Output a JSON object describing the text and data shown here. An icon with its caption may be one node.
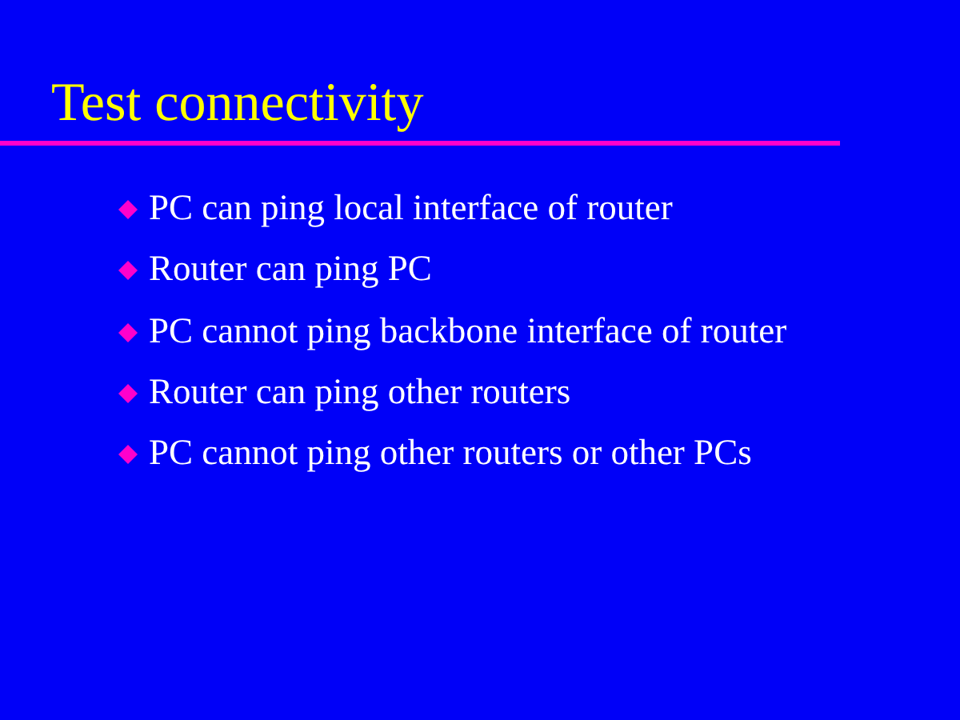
{
  "diagram": {
    "title": "Test connectivity",
    "labels": [
      "PC can ping local interface of router",
      "Router can ping PC",
      "PC cannot ping backbone interface of router",
      "Router can ping other routers",
      "PC cannot ping other routers or other PCs"
    ]
  }
}
